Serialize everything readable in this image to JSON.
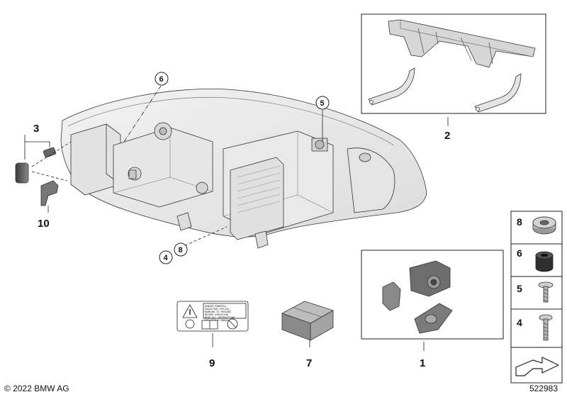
{
  "footer": {
    "copyright": "© 2022 BMW AG",
    "diagram_id": "522983"
  },
  "callouts": {
    "p1": "1",
    "p2": "2",
    "p3": "3",
    "p4_circle": "4",
    "p5_circle": "5",
    "p6_circle": "6",
    "p7": "7",
    "p8_circle": "8",
    "p9": "9",
    "p10": "10"
  },
  "sidebar": {
    "items": [
      {
        "label": "8",
        "icon": "sealing-ring-icon"
      },
      {
        "label": "6",
        "icon": "rubber-grommet-icon"
      },
      {
        "label": "5",
        "icon": "screw-icon"
      },
      {
        "label": "4",
        "icon": "screw-icon"
      }
    ],
    "arrow_icon": "replace-arrow-icon"
  },
  "warning_label": {
    "lines": [
      "DANGER-POWERFUL",
      "RADIATION SPECIAL",
      "WARNING TO PERSONS",
      "BEFORE OPERATION",
      "READ ALL INSTRUCTIONS",
      "SEE USER'S MANUAL"
    ]
  },
  "colors": {
    "line": "#222222",
    "part_fill": "#e8e8e8",
    "part_shade": "#d0d0d0",
    "dark_part": "#555555"
  }
}
